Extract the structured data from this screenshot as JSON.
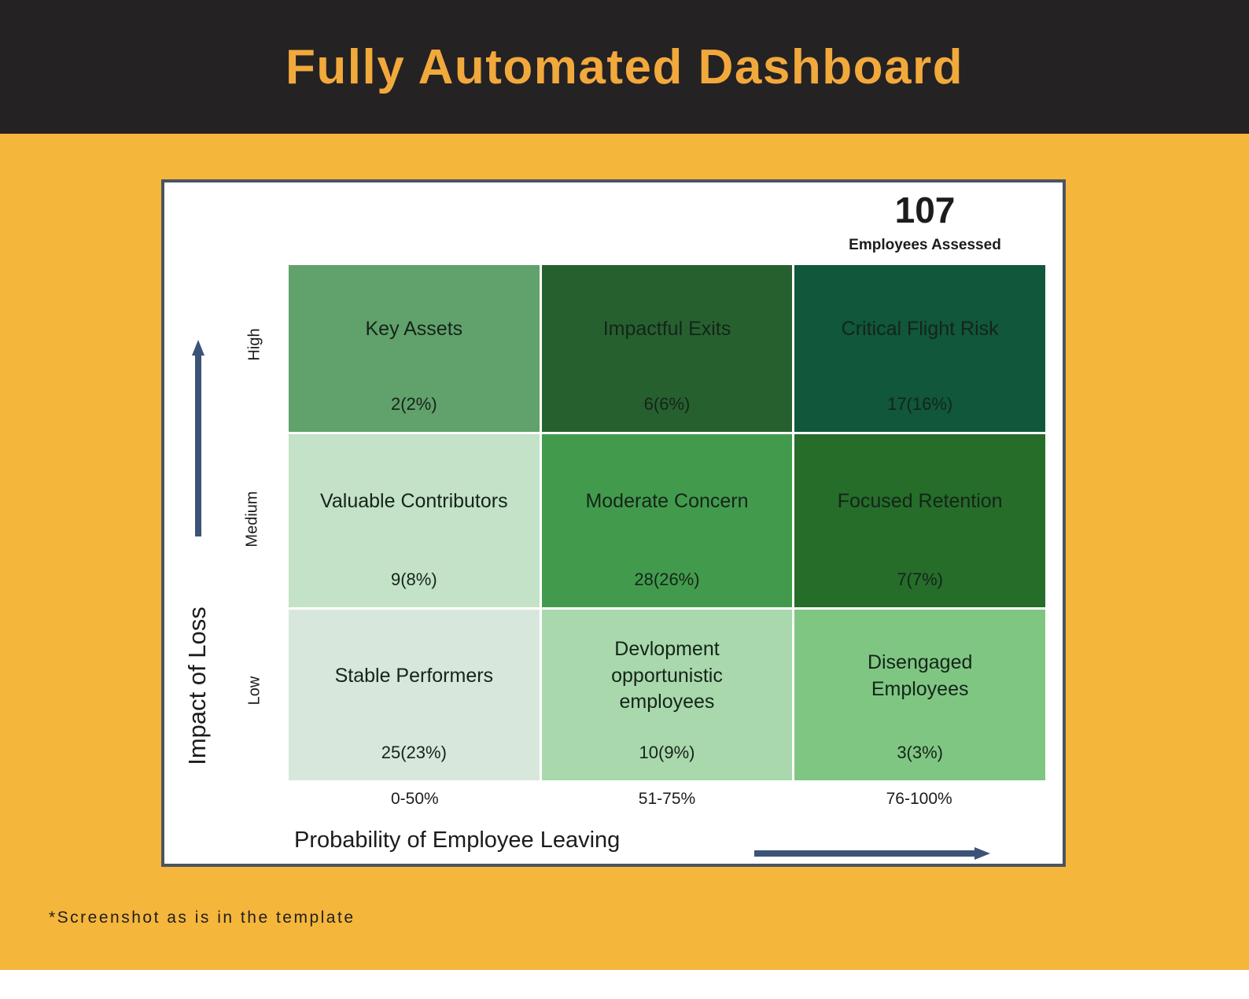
{
  "header": {
    "title": "Fully Automated Dashboard"
  },
  "colors": {
    "header_bg": "#252223",
    "title": "#F2A93C",
    "background": "#F5B63C",
    "panel_border": "#4A5460",
    "arrow": "#3B5377"
  },
  "panel": {
    "total": {
      "value": "107",
      "label": "Employees Assessed"
    },
    "matrix": {
      "rows": [
        {
          "impact": "High",
          "cells": [
            {
              "name": "Key Assets",
              "count": "2(2%)",
              "color": "#61A16B"
            },
            {
              "name": "Impactful Exits",
              "count": "6(6%)",
              "color": "#27602F"
            },
            {
              "name": "Critical Flight Risk",
              "count": "17(16%)",
              "color": "#10573B"
            }
          ]
        },
        {
          "impact": "Medium",
          "cells": [
            {
              "name": "Valuable Contributors",
              "count": "9(8%)",
              "color": "#C3E2C7"
            },
            {
              "name": "Moderate Concern",
              "count": "28(26%)",
              "color": "#429B4C"
            },
            {
              "name": "Focused Retention",
              "count": "7(7%)",
              "color": "#256D29"
            }
          ]
        },
        {
          "impact": "Low",
          "cells": [
            {
              "name": "Stable Performers",
              "count": "25(23%)",
              "color": "#D8E7DB"
            },
            {
              "name": "Devlopment opportunistic employees",
              "count": "10(9%)",
              "color": "#A9D8AC"
            },
            {
              "name": "Disengaged Employees",
              "count": "3(3%)",
              "color": "#7FC682"
            }
          ]
        }
      ],
      "x_ticks": [
        "0-50%",
        "51-75%",
        "76-100%"
      ],
      "x_label": "Probability of Employee Leaving",
      "y_label": "Impact of Loss"
    }
  },
  "footnote": "*Screenshot as is in the template"
}
